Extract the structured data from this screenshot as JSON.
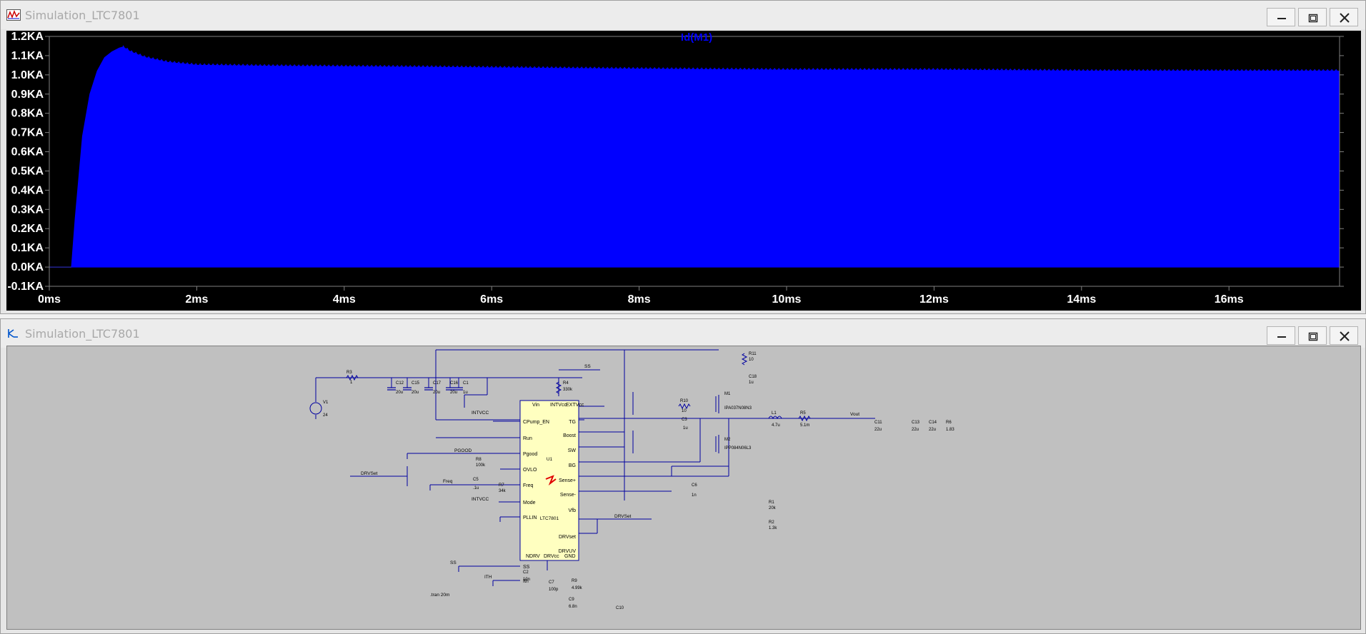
{
  "plot_window": {
    "title": "Simulation_LTC7801"
  },
  "schematic_window": {
    "title": "Simulation_LTC7801"
  },
  "chart_data": {
    "type": "area",
    "title": "Id(M1)",
    "trace_color": "#0000ff",
    "background": "#000000",
    "x_unit": "ms",
    "xlim": [
      0,
      17.5
    ],
    "ylim": [
      -0.1,
      1.2
    ],
    "y_ticks": [
      -0.1,
      0.0,
      0.1,
      0.2,
      0.3,
      0.4,
      0.5,
      0.6,
      0.7,
      0.8,
      0.9,
      1.0,
      1.1,
      1.2
    ],
    "y_tick_labels": [
      "-0.1KA",
      "0.0KA",
      "0.1KA",
      "0.2KA",
      "0.3KA",
      "0.4KA",
      "0.5KA",
      "0.6KA",
      "0.7KA",
      "0.8KA",
      "0.9KA",
      "1.0KA",
      "1.1KA",
      "1.2KA"
    ],
    "x_ticks": [
      0,
      2,
      4,
      6,
      8,
      10,
      12,
      14,
      16
    ],
    "x_tick_labels": [
      "0ms",
      "2ms",
      "4ms",
      "6ms",
      "8ms",
      "10ms",
      "12ms",
      "14ms",
      "16ms"
    ],
    "envelope_lower": 0.0,
    "envelope_upper": {
      "x": [
        0,
        0.3,
        0.35,
        0.45,
        0.55,
        0.65,
        0.75,
        0.85,
        0.95,
        1.0,
        1.1,
        1.3,
        1.6,
        2.0,
        3.0,
        5.0,
        8.0,
        10.0,
        12.0,
        14.0,
        16.0,
        17.5
      ],
      "y": [
        0.0,
        0.0,
        0.25,
        0.68,
        0.9,
        1.02,
        1.09,
        1.12,
        1.14,
        1.145,
        1.12,
        1.09,
        1.065,
        1.05,
        1.045,
        1.04,
        1.03,
        1.025,
        1.025,
        1.02,
        1.02,
        1.02
      ]
    }
  },
  "schematic": {
    "ic_name": "LTC7801",
    "ic_ref": "U1",
    "left_pins": [
      "Vin",
      "CPump_EN",
      "Run",
      "Pgood",
      "OVLO",
      "Freq",
      "Mode",
      "PLLIN",
      "SS",
      "Ith"
    ],
    "top_pins": [
      "INTVcc",
      "EXTVcc"
    ],
    "right_pins": [
      "TG",
      "Boost",
      "SW",
      "BG",
      "Sense+",
      "Sense-",
      "Vfb",
      "DRVset",
      "DRVUV"
    ],
    "bottom_pins": [
      "NDRV",
      "DRVcc",
      "GND"
    ],
    "net_labels": [
      "SS",
      "INTVCC",
      "PGOOD",
      "DRVSet",
      "Freq",
      "INTVCC",
      "SS",
      "ITH",
      "Vout",
      "DRVSet"
    ],
    "components": [
      {
        "ref": "V1",
        "value": "24"
      },
      {
        "ref": "R3",
        "value": "1"
      },
      {
        "ref": "C12",
        "value": "20u"
      },
      {
        "ref": "C15",
        "value": "20u"
      },
      {
        "ref": "C17",
        "value": "20u"
      },
      {
        "ref": "C16",
        "value": "20u"
      },
      {
        "ref": "C1",
        "value": "1u"
      },
      {
        "ref": "R4",
        "value": "330k"
      },
      {
        "ref": "R11",
        "value": "10"
      },
      {
        "ref": "C18",
        "value": "1u"
      },
      {
        "ref": "R10",
        "value": "10"
      },
      {
        "ref": "M1",
        "value": "IPA037N08N3"
      },
      {
        "ref": "M2",
        "value": "IPP084N06L3"
      },
      {
        "ref": "C3",
        "value": "1u"
      },
      {
        "ref": "L1",
        "value": "4.7u"
      },
      {
        "ref": "R5",
        "value": "5.1m"
      },
      {
        "ref": "C11",
        "value": "22u"
      },
      {
        "ref": "C13",
        "value": "22u"
      },
      {
        "ref": "C14",
        "value": "22u"
      },
      {
        "ref": "R6",
        "value": "1.83"
      },
      {
        "ref": "R8",
        "value": "100k"
      },
      {
        "ref": "C5",
        "value": ".1u"
      },
      {
        "ref": "R7",
        "value": "34k"
      },
      {
        "ref": "C6",
        "value": "1n"
      },
      {
        "ref": "R1",
        "value": "20k"
      },
      {
        "ref": "R2",
        "value": "1.3k"
      },
      {
        "ref": "C2",
        "value": "10n"
      },
      {
        "ref": "C7",
        "value": "100p"
      },
      {
        "ref": "R9",
        "value": "4.99k"
      },
      {
        "ref": "C9",
        "value": "6.8n"
      },
      {
        "ref": "C10",
        "value": ""
      }
    ],
    "directive": ".tran 20m"
  }
}
